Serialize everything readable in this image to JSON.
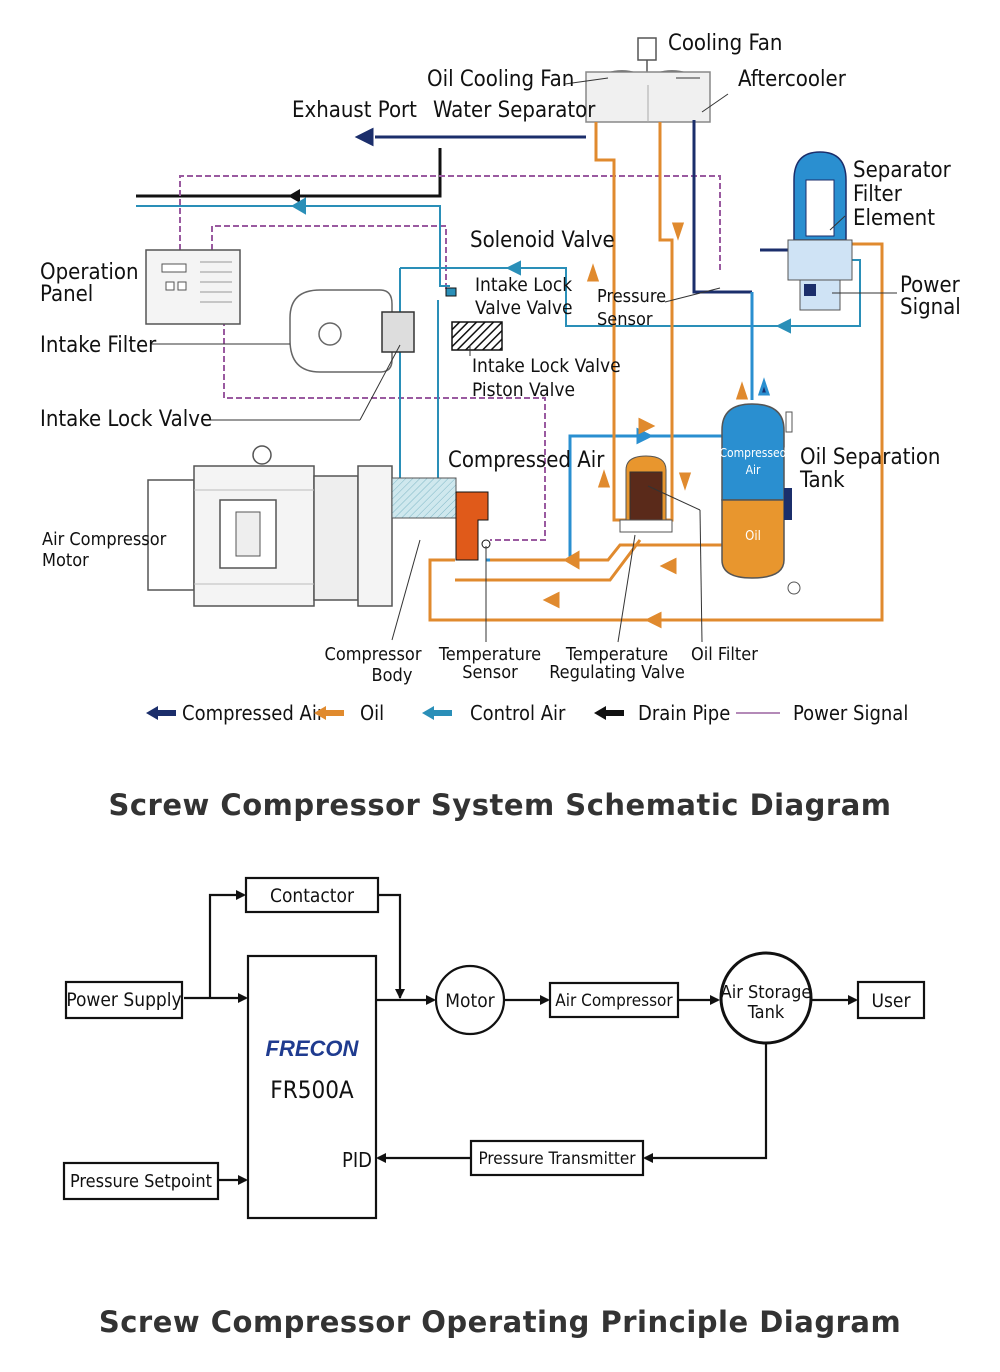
{
  "colors": {
    "compressed_air": "#1b2e6b",
    "oil": "#e08a2e",
    "control_air": "#2a8fb8",
    "drain_pipe": "#111111",
    "power_signal": "#9a5aa0",
    "tank_air": "#2a8fd0",
    "tank_oil": "#e8962e",
    "brand": "#1f3b8f",
    "title": "#333333"
  },
  "schematic": {
    "labels": {
      "cooling_fan": "Cooling Fan",
      "oil_cooling_fan": "Oil Cooling Fan",
      "aftercooler": "Aftercooler",
      "exhaust_port": "Exhaust Port",
      "water_separator": "Water Separator",
      "separator_filter_element": [
        "Separator",
        "Filter",
        "Element"
      ],
      "operation_panel": [
        "Operation",
        "Panel"
      ],
      "solenoid_valve": "Solenoid Valve",
      "intake_lock_valve_valve": [
        "Intake Lock",
        "Valve Valve"
      ],
      "pressure_sensor": [
        "Pressure",
        "Sensor"
      ],
      "power_signal": [
        "Power",
        "Signal"
      ],
      "intake_filter": "Intake Filter",
      "intake_lock_valve_piston_valve": [
        "Intake Lock Valve",
        "Piston Valve"
      ],
      "intake_lock_valve": "Intake Lock Valve",
      "compressed_air": "Compressed Air",
      "tank_compressed_air": [
        "Compressed",
        "Air"
      ],
      "tank_oil": "Oil",
      "oil_separation_tank": [
        "Oil Separation",
        "Tank"
      ],
      "air_compressor_motor": [
        "Air Compressor",
        "Motor"
      ],
      "compressor_body": [
        "Compressor",
        "Body"
      ],
      "temperature_sensor": [
        "Temperature",
        "Sensor"
      ],
      "temperature_regulating_valve": [
        "Temperature",
        "Regulating Valve"
      ],
      "oil_filter": "Oil Filter"
    },
    "legend": [
      {
        "label": "Compressed Air",
        "color": "#1b2e6b",
        "style": "arrow"
      },
      {
        "label": "Oil",
        "color": "#e08a2e",
        "style": "arrow"
      },
      {
        "label": "Control Air",
        "color": "#2a8fb8",
        "style": "arrow"
      },
      {
        "label": "Drain Pipe",
        "color": "#111111",
        "style": "arrow"
      },
      {
        "label": "Power Signal",
        "color": "#b48ab8",
        "style": "line"
      }
    ],
    "title": "Screw Compressor System Schematic Diagram"
  },
  "principle": {
    "blocks": {
      "power_supply": "Power Supply",
      "contactor": "Contactor",
      "brand": "FRECON",
      "model": "FR500A",
      "pid": "PID",
      "motor": "Motor",
      "air_compressor": "Air Compressor",
      "air_storage_tank": [
        "Air Storage",
        "Tank"
      ],
      "user": "User",
      "pressure_transmitter": "Pressure Transmitter",
      "pressure_setpoint": "Pressure Setpoint"
    },
    "title": "Screw Compressor Operating Principle Diagram"
  }
}
